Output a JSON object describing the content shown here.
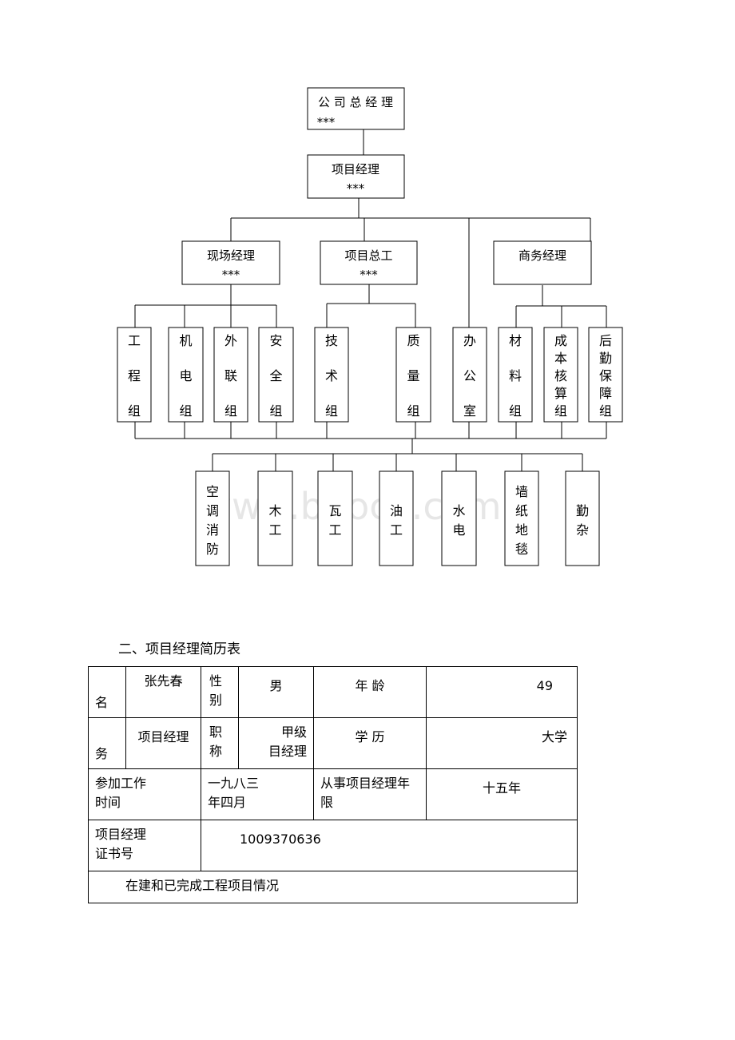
{
  "org_chart": {
    "top": {
      "line1": "公 司 总 经 理",
      "line2": "***"
    },
    "pm": {
      "line1": "项目经理",
      "line2": "***"
    },
    "level2": [
      {
        "name": "现场经理",
        "sub": "***"
      },
      {
        "name": "项目总工",
        "sub": "***"
      },
      {
        "name": "商务经理",
        "sub": ""
      }
    ],
    "groups": [
      {
        "chars": [
          "工",
          "程",
          "组"
        ]
      },
      {
        "chars": [
          "机",
          "电",
          "组"
        ]
      },
      {
        "chars": [
          "外",
          "联",
          "组"
        ]
      },
      {
        "chars": [
          "安",
          "全",
          "组"
        ]
      },
      {
        "chars": [
          "技",
          "术",
          "组"
        ]
      },
      {
        "chars": [
          "质",
          "量",
          "组"
        ]
      },
      {
        "chars": [
          "办",
          "公",
          "室"
        ]
      },
      {
        "chars": [
          "材",
          "料",
          "组"
        ]
      },
      {
        "chars": [
          "成",
          "本",
          "核",
          "算",
          "组"
        ]
      },
      {
        "chars": [
          "后",
          "勤",
          "保",
          "障",
          "组"
        ]
      }
    ],
    "teams": [
      {
        "chars": [
          "空",
          "调",
          "消",
          "防"
        ]
      },
      {
        "chars": [
          "木",
          "工"
        ]
      },
      {
        "chars": [
          "瓦",
          "工"
        ]
      },
      {
        "chars": [
          "油",
          "工"
        ]
      },
      {
        "chars": [
          "水",
          "电"
        ]
      },
      {
        "chars": [
          "墙",
          "纸",
          "地",
          "毯"
        ]
      },
      {
        "chars": [
          "勤",
          "杂"
        ]
      }
    ],
    "watermark": "www.bdocx.com"
  },
  "section_title": "二、项目经理简历表",
  "resume": {
    "r1": {
      "label_name": "名",
      "name": "张先春",
      "label_gender": "性\n别",
      "gender": "男",
      "label_age": "年 龄",
      "age": "49"
    },
    "r2": {
      "label_position": "务",
      "position": "项目经理",
      "label_title": "职\n称",
      "title": "甲级\n目经理",
      "label_edu": "学 历",
      "edu": "大学"
    },
    "r3": {
      "label_join": "参加工作\n时间",
      "join": "一九八三\n年四月",
      "label_years": "从事项目经理年\n限",
      "years": "十五年"
    },
    "r4": {
      "label_cert": "项目经理\n证书号",
      "cert": "1009370636"
    },
    "r5": {
      "projects": "在建和已完成工程项目情况"
    }
  }
}
